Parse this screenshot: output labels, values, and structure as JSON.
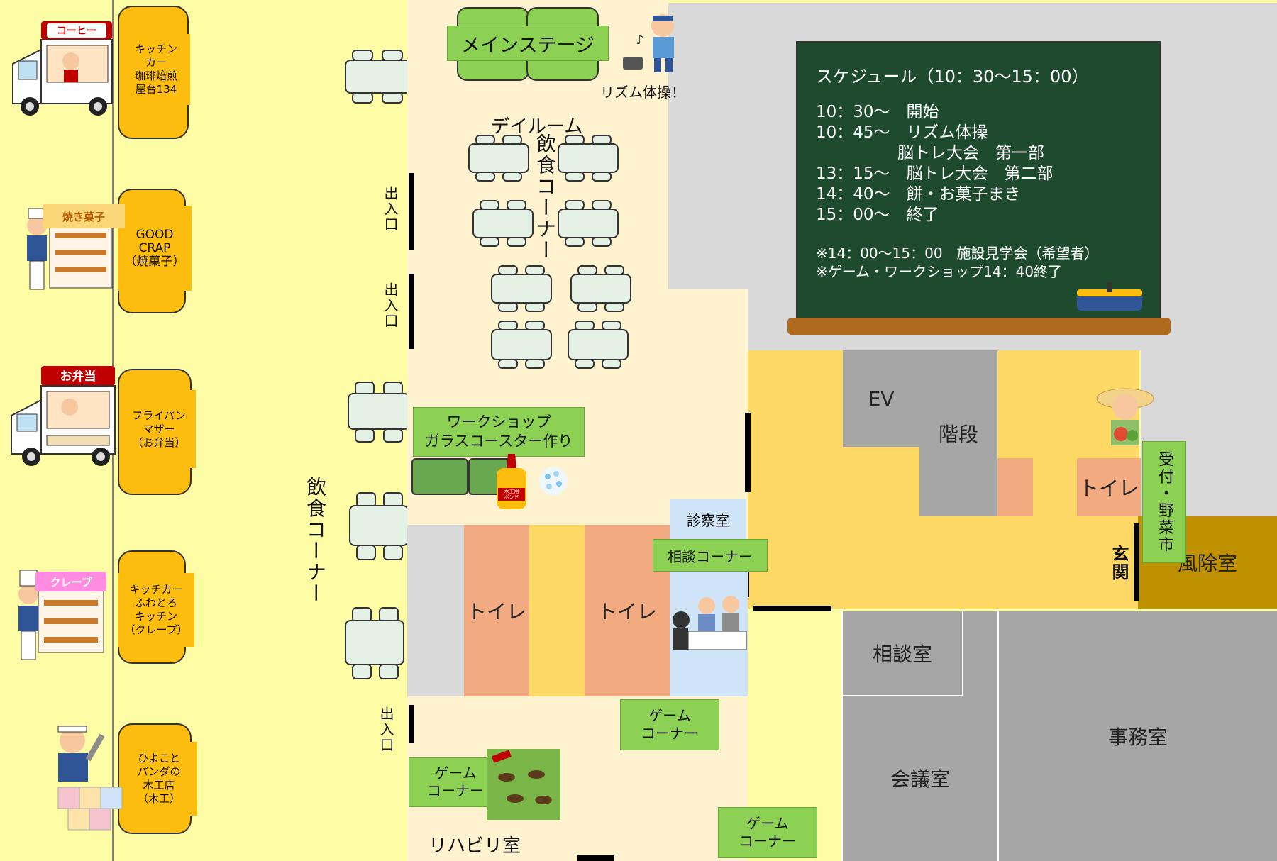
{
  "stalls": [
    {
      "label": "キッチン\nカー\n珈琲焙煎\n屋台134"
    },
    {
      "label": "GOOD\nCRAP\n（焼菓子）",
      "sign": "焼き菓子"
    },
    {
      "label": "フライパン\nマザー\n（お弁当）",
      "sign": "お弁当"
    },
    {
      "label": "キッチカー\nふわとろ\nキッチン\n（クレープ）",
      "sign": "クレープ"
    },
    {
      "label": "ひよこと\nパンダの\n木工店\n（木工）"
    }
  ],
  "truck_sign_coffee": "コーヒー",
  "left_corridor_label": "飲食コーナー",
  "exits": [
    "出入口",
    "出入口",
    "出入口"
  ],
  "main_stage": "メインステージ",
  "rhythm_caption": "リズム体操！",
  "dayroom": "デイルーム",
  "dining_center": "飲食コーナー",
  "workshop": "ワークショップ\nガラスコースター作り",
  "bond_label": "木工用\nボンド",
  "schedule": {
    "title": "スケジュール（10：30〜15：00）",
    "lines": [
      "10：30〜　開始",
      "10：45〜　リズム体操",
      "　　　　　脳トレ大会　第一部",
      "13：15〜　脳トレ大会　第二部",
      "14：40〜　餅・お菓子まき",
      "15：00〜　終了"
    ],
    "notes": [
      "※14：00〜15：00　施設見学会（希望者）",
      "※ゲーム・ワークショップ14：40終了"
    ]
  },
  "rooms": {
    "ev": "EV",
    "stairs": "階段",
    "toilet_right": "トイレ",
    "reception": "受付・野菜市",
    "entrance": "玄関",
    "windbreak": "風除室",
    "toilet1": "トイレ",
    "toilet2": "トイレ",
    "exam": "診察室",
    "consult_corner": "相談コーナー",
    "consult_room": "相談室",
    "meeting": "会議室",
    "office": "事務室",
    "rehab": "リハビリ室",
    "game1": "ゲーム\nコーナー",
    "game2": "ゲーム\nコーナー",
    "game3": "ゲーム\nコーナー"
  },
  "colors": {
    "outside": "#fffca6",
    "stall": "#fdbd0f",
    "hall": "#fff2cf",
    "corridor": "#fdd865",
    "gray": "#a6a6a6",
    "toilet": "#f2aa80",
    "green": "#8cd154",
    "board": "#1e4a2e",
    "windbreak": "#bf9000"
  }
}
